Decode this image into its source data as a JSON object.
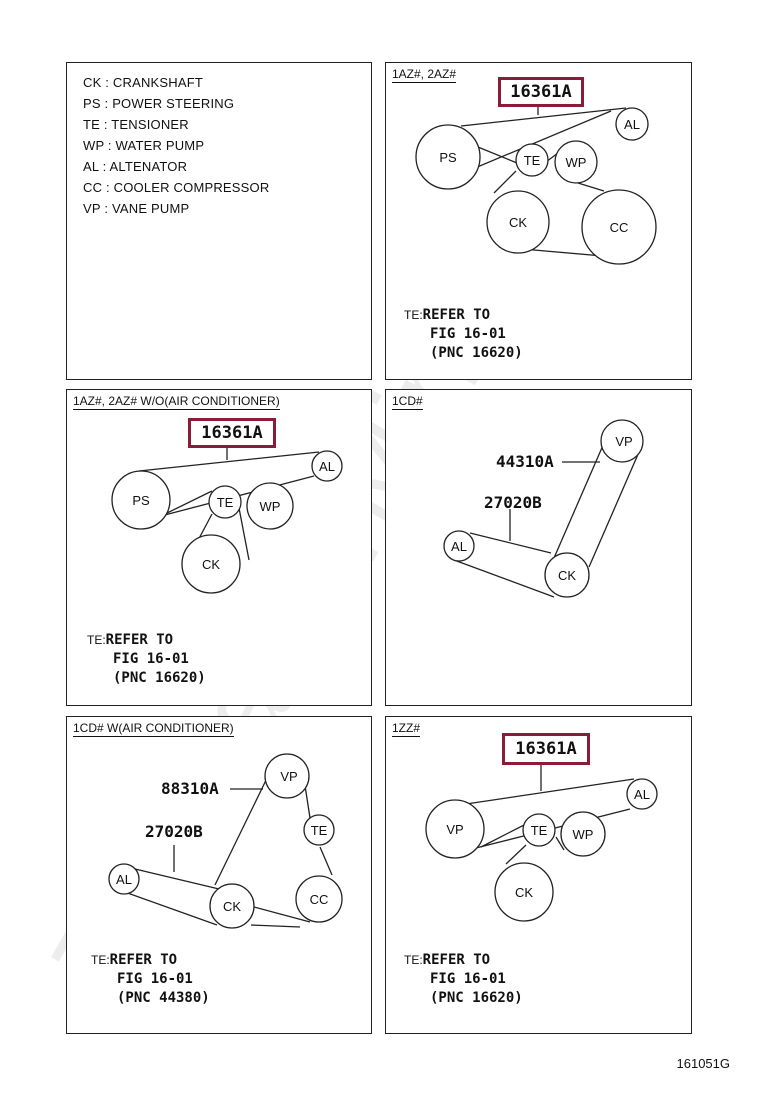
{
  "legend": [
    {
      "abbr": "CK",
      "name": "CRANKSHAFT"
    },
    {
      "abbr": "PS",
      "name": "POWER STEERING"
    },
    {
      "abbr": "TE",
      "name": "TENSIONER"
    },
    {
      "abbr": "WP",
      "name": "WATER PUMP"
    },
    {
      "abbr": "AL",
      "name": "ALTENATOR"
    },
    {
      "abbr": "CC",
      "name": "COOLER COMPRESSOR"
    },
    {
      "abbr": "VP",
      "name": "VANE PUMP"
    }
  ],
  "panels": {
    "p2": {
      "title": "1AZ#, 2AZ#",
      "part": "16361A",
      "pulleys": {
        "ps": "PS",
        "te": "TE",
        "wp": "WP",
        "al": "AL",
        "ck": "CK",
        "cc": "CC"
      },
      "note": {
        "te": "TE:",
        "l1": "REFER TO",
        "l2": "FIG 16-01",
        "l3": "(PNC 16620)"
      }
    },
    "p3": {
      "title": "1AZ#, 2AZ#  W/O(AIR CONDITIONER)",
      "part": "16361A",
      "pulleys": {
        "ps": "PS",
        "te": "TE",
        "wp": "WP",
        "al": "AL",
        "ck": "CK"
      },
      "note": {
        "te": "TE:",
        "l1": "REFER TO",
        "l2": "FIG 16-01",
        "l3": "(PNC 16620)"
      }
    },
    "p4": {
      "title": "1CD#",
      "part_a": "44310A",
      "part_b": "27020B",
      "pulleys": {
        "vp": "VP",
        "al": "AL",
        "ck": "CK"
      }
    },
    "p5": {
      "title": "1CD#  W(AIR CONDITIONER)",
      "part_a": "88310A",
      "part_b": "27020B",
      "pulleys": {
        "vp": "VP",
        "te": "TE",
        "al": "AL",
        "ck": "CK",
        "cc": "CC"
      },
      "note": {
        "te": "TE:",
        "l1": "REFER TO",
        "l2": "FIG 16-01",
        "l3": "(PNC 44380)"
      }
    },
    "p6": {
      "title": "1ZZ#",
      "part": "16361A",
      "pulleys": {
        "vp": "VP",
        "te": "TE",
        "wp": "WP",
        "al": "AL",
        "ck": "CK"
      },
      "note": {
        "te": "TE:",
        "l1": "REFER TO",
        "l2": "FIG 16-01",
        "l3": "(PNC 16620)"
      }
    }
  },
  "figure_code": "161051G",
  "watermark": "ToyotaCarMine.ru",
  "colors": {
    "highlight": "#8a1c3a"
  }
}
